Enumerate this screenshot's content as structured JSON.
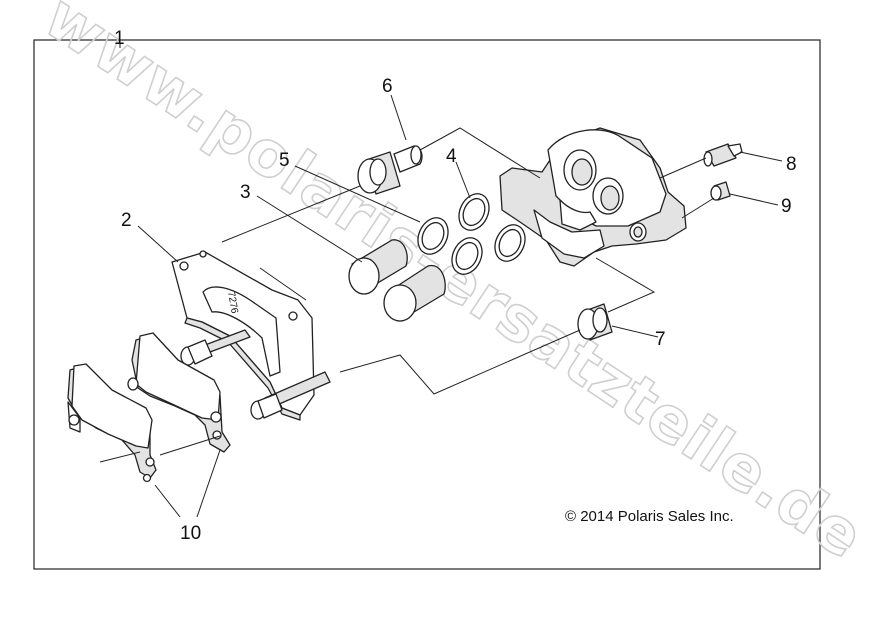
{
  "callouts": {
    "c1": "1",
    "c2": "2",
    "c3": "3",
    "c4": "4",
    "c5": "5",
    "c6": "6",
    "c7": "7",
    "c8": "8",
    "c9": "9",
    "c10": "10"
  },
  "copyright": "© 2014 Polaris Sales Inc.",
  "watermark": "www.polaris-ersatzteile.de",
  "bracket_stamp": "7276"
}
